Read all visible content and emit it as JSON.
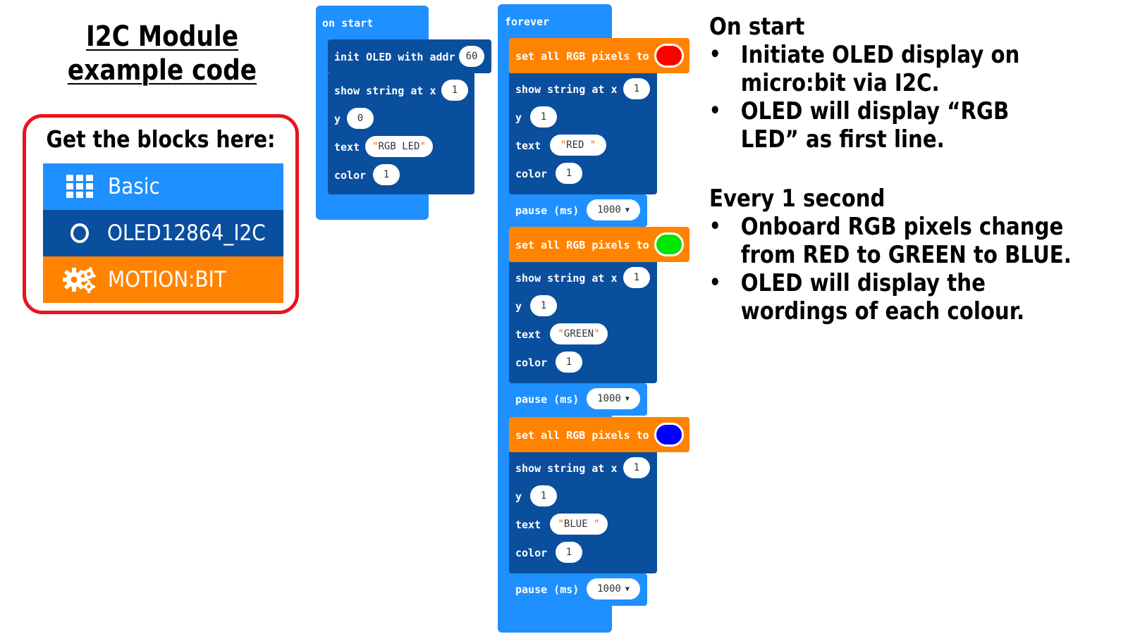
{
  "page": {
    "title_line1": "I2C Module",
    "title_line2": "example code",
    "panel_heading": "Get the blocks here:",
    "categories": [
      {
        "label": "Basic",
        "icon": "grid-icon",
        "color": "#1e90ff"
      },
      {
        "label": "OLED12864_I2C",
        "icon": "letter-o-icon",
        "color": "#0a4e9e"
      },
      {
        "label": "MOTION:BIT",
        "icon": "gears-icon",
        "color": "#ff8300"
      }
    ]
  },
  "on_start": {
    "hat": "on start",
    "init": {
      "label": "init OLED with addr",
      "value": "60"
    },
    "show": {
      "label": "show string at x",
      "x": "1",
      "y_label": "y",
      "y": "0",
      "text_label": "text",
      "text": "RGB LED",
      "color_label": "color",
      "color": "1"
    }
  },
  "forever": {
    "hat": "forever",
    "set_label": "set all RGB pixels to",
    "pause_label": "pause (ms)",
    "pause_value": "1000",
    "groups": [
      {
        "pixel_color": "#ff0000",
        "show_label": "show string at x",
        "x": "1",
        "y_label": "y",
        "y": "1",
        "text_label": "text",
        "text": "RED",
        "color_label": "color",
        "color": "1"
      },
      {
        "pixel_color": "#00e600",
        "show_label": "show string at x",
        "x": "1",
        "y_label": "y",
        "y": "1",
        "text_label": "text",
        "text": "GREEN",
        "color_label": "color",
        "color": "1"
      },
      {
        "pixel_color": "#0000ff",
        "show_label": "show string at x",
        "x": "1",
        "y_label": "y",
        "y": "1",
        "text_label": "text",
        "text": "BLUE",
        "color_label": "color",
        "color": "1"
      }
    ]
  },
  "notes": {
    "on_start_heading": "On start",
    "on_start_items": [
      " Initiate OLED display on micro:bit via I2C.",
      "OLED will display “RGB LED” as first line."
    ],
    "every_heading": "Every 1 second",
    "every_items": [
      "Onboard RGB pixels change from RED to GREEN to BLUE.",
      "OLED will display the wordings of each colour."
    ]
  }
}
